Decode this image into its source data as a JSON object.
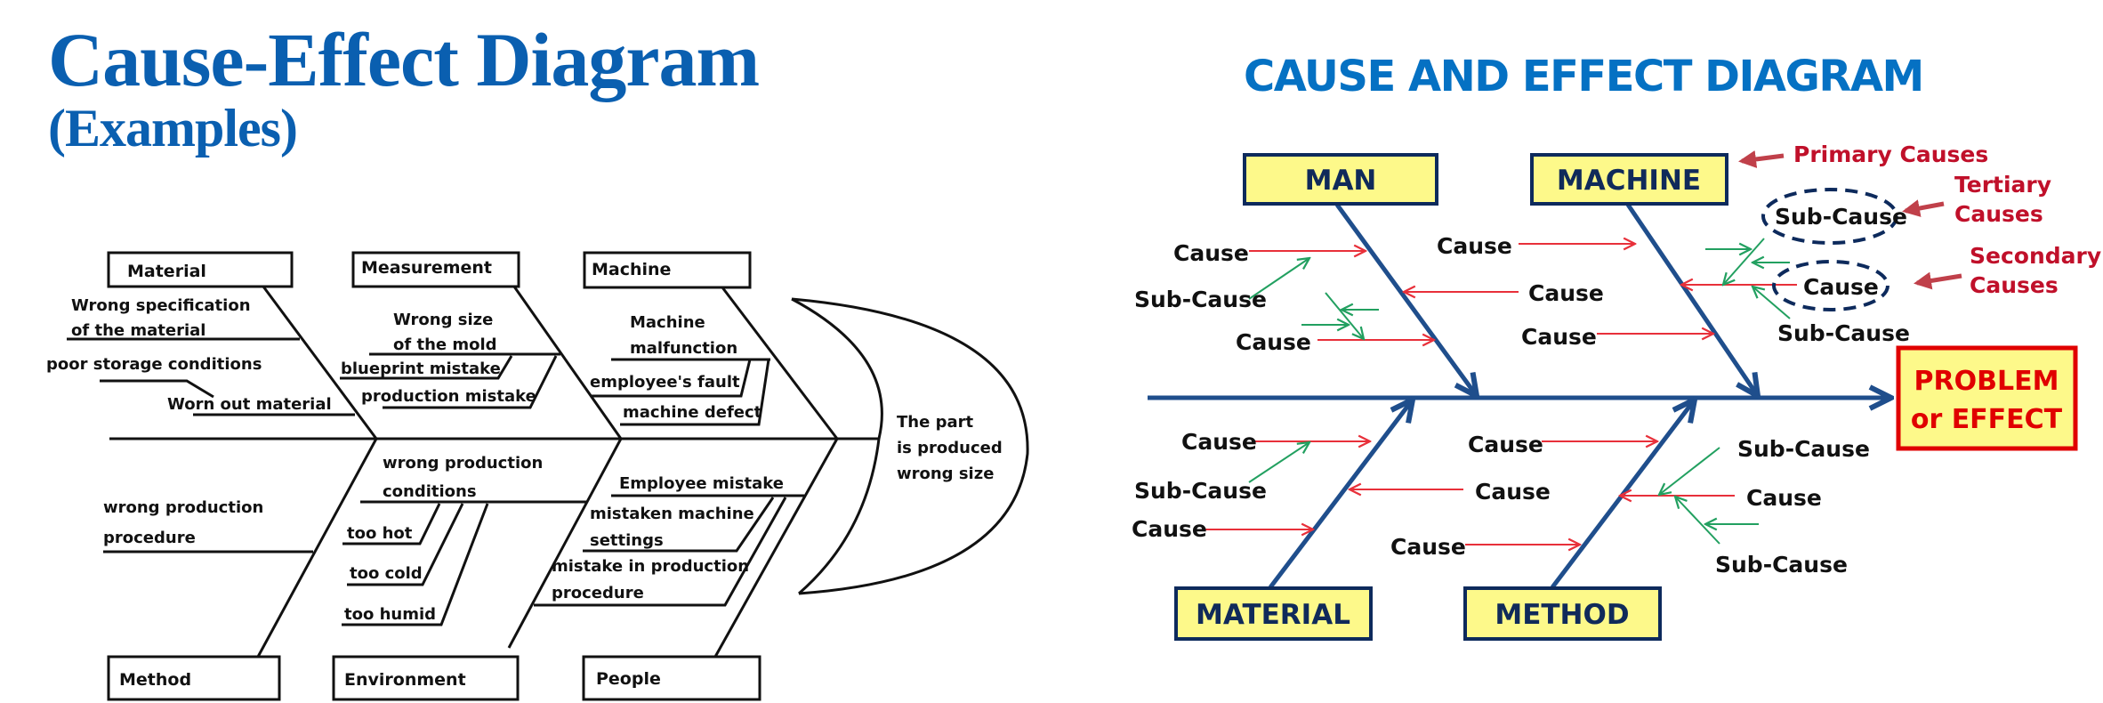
{
  "left": {
    "title": "Cause-Effect Diagram",
    "subtitle": "(Examples)",
    "effect": [
      "The part",
      "is produced",
      "wrong size"
    ],
    "categories": {
      "material": "Material",
      "measurement": "Measurement",
      "machine": "Machine",
      "method": "Method",
      "environment": "Environment",
      "people": "People"
    },
    "causes": {
      "material": [
        "Wrong specification",
        "of the material",
        "poor storage conditions",
        "Worn out material"
      ],
      "measurement": [
        "Wrong size",
        "of the mold",
        "blueprint mistake",
        "production mistake"
      ],
      "machine": [
        "Machine",
        "malfunction",
        "employee's fault",
        "machine defect"
      ],
      "method": [
        "wrong production",
        "procedure"
      ],
      "environment": [
        "wrong production",
        "conditions",
        "too hot",
        "too cold",
        "too humid"
      ],
      "people": [
        "Employee  mistake",
        "mistaken machine",
        "settings",
        "mistake in production",
        "procedure"
      ]
    }
  },
  "right": {
    "title": "CAUSE AND EFFECT DIAGRAM",
    "effect": [
      "PROBLEM",
      "or EFFECT"
    ],
    "categories": {
      "man": "MAN",
      "machine": "MACHINE",
      "material": "MATERIAL",
      "method": "METHOD"
    },
    "cause_label": "Cause",
    "sub_cause_label": "Sub-Cause",
    "legend": {
      "primary": "Primary Causes",
      "tertiary": [
        "Tertiary",
        "Causes"
      ],
      "secondary": [
        "Secondary",
        "Causes"
      ]
    },
    "colors": {
      "title": "#0571c3",
      "bone": "#1f4e8c",
      "box_fill": "#fdf98a",
      "cause_arrow": "#e8303a",
      "sub_cause_arrow": "#22a060",
      "effect_border": "#e00000",
      "annotation": "#c0102a"
    }
  }
}
